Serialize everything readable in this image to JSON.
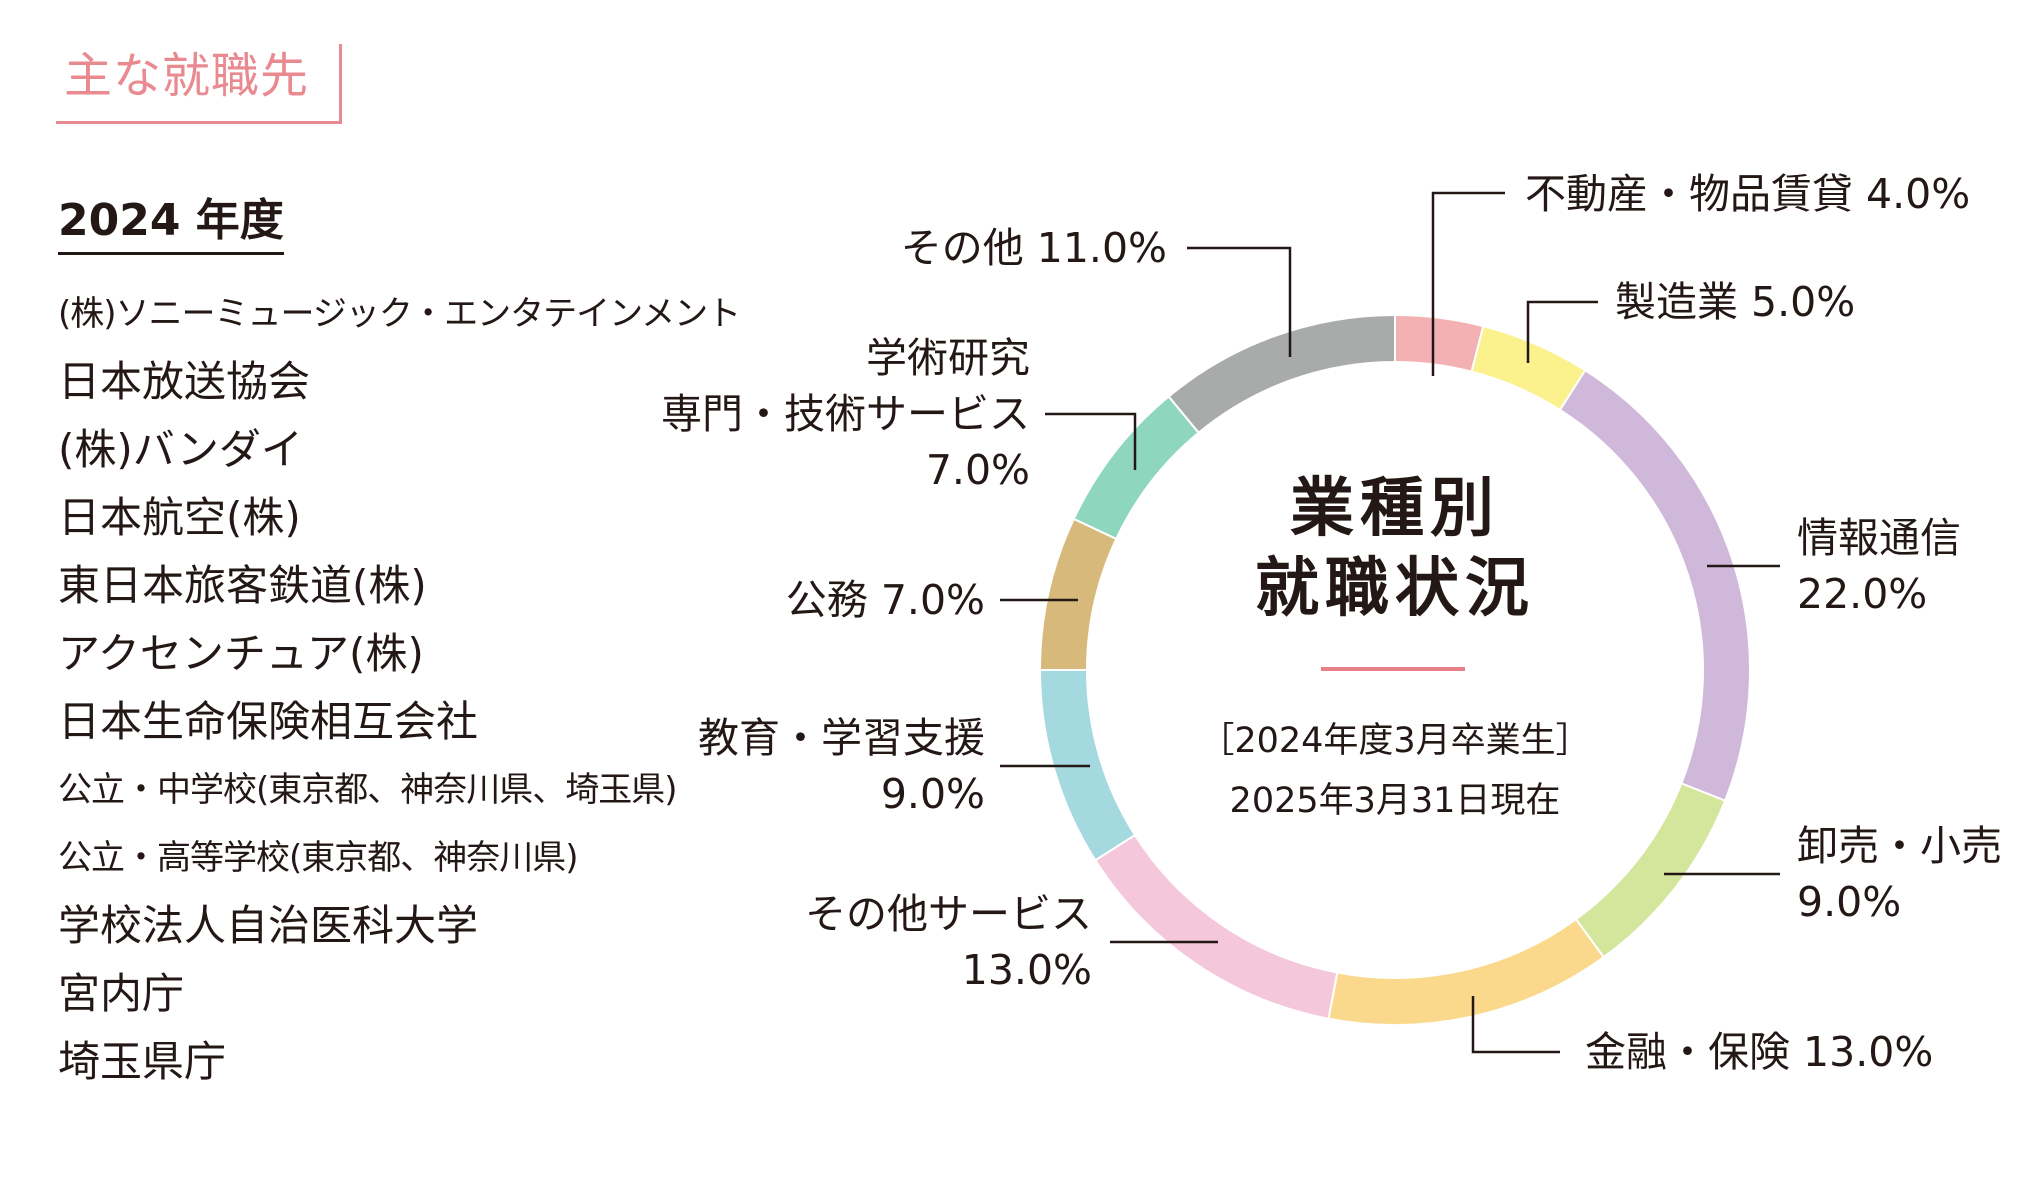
{
  "section_title": "主な就職先",
  "year_title": "2024 年度",
  "companies": [
    {
      "name": "(株)ソニーミュージック・エンタテインメント",
      "small": true
    },
    {
      "name": "日本放送協会",
      "small": false
    },
    {
      "name": "(株)バンダイ",
      "small": false
    },
    {
      "name": "日本航空(株)",
      "small": false
    },
    {
      "name": "東日本旅客鉄道(株)",
      "small": false
    },
    {
      "name": "アクセンチュア(株)",
      "small": false
    },
    {
      "name": "日本生命保険相互会社",
      "small": false
    },
    {
      "name": "公立・中学校(東京都、神奈川県、埼玉県)",
      "small": true
    },
    {
      "name": "公立・高等学校(東京都、神奈川県)",
      "small": true
    },
    {
      "name": "学校法人自治医科大学",
      "small": false
    },
    {
      "name": "宮内庁",
      "small": false
    },
    {
      "name": "埼玉県庁",
      "small": false
    }
  ],
  "colors": {
    "accent": "#e88a8f",
    "center_rule": "#e77f86",
    "text": "#231815"
  },
  "chart_data": {
    "type": "pie",
    "title": "業種別 就職状況",
    "title_lines": [
      "業種別",
      "就職状況"
    ],
    "subtitle_lines": [
      "［2024年度3月卒業生］",
      "2025年3月31日現在"
    ],
    "start": "12 o'clock",
    "direction": "clockwise",
    "series": [
      {
        "category": "不動産・物品賃貸",
        "value": 4.0,
        "label_lines": [
          "不動産・物品賃貸 4.0%"
        ],
        "color": "#f4b1b3"
      },
      {
        "category": "製造業",
        "value": 5.0,
        "label_lines": [
          "製造業 5.0%"
        ],
        "color": "#fbf28e"
      },
      {
        "category": "情報通信",
        "value": 22.0,
        "label_lines": [
          "情報通信",
          "22.0%"
        ],
        "color": "#cfb8d9"
      },
      {
        "category": "卸売・小売",
        "value": 9.0,
        "label_lines": [
          "卸売・小売",
          "9.0%"
        ],
        "color": "#d4e59c"
      },
      {
        "category": "金融・保険",
        "value": 13.0,
        "label_lines": [
          "金融・保険 13.0%"
        ],
        "color": "#fbd98c"
      },
      {
        "category": "その他サービス",
        "value": 13.0,
        "label_lines": [
          "その他サービス",
          "13.0%"
        ],
        "color": "#f5c7db"
      },
      {
        "category": "教育・学習支援",
        "value": 9.0,
        "label_lines": [
          "教育・学習支援",
          "9.0%"
        ],
        "color": "#a5d9e0"
      },
      {
        "category": "公務",
        "value": 7.0,
        "label_lines": [
          "公務 7.0%"
        ],
        "color": "#d8b97c"
      },
      {
        "category": "学術研究 専門・技術サービス",
        "value": 7.0,
        "label_lines": [
          "学術研究",
          "専門・技術サービス",
          "7.0%"
        ],
        "color": "#8fd6bf"
      },
      {
        "category": "その他",
        "value": 11.0,
        "label_lines": [
          "その他 11.0%"
        ],
        "color": "#a9abaa"
      }
    ]
  }
}
